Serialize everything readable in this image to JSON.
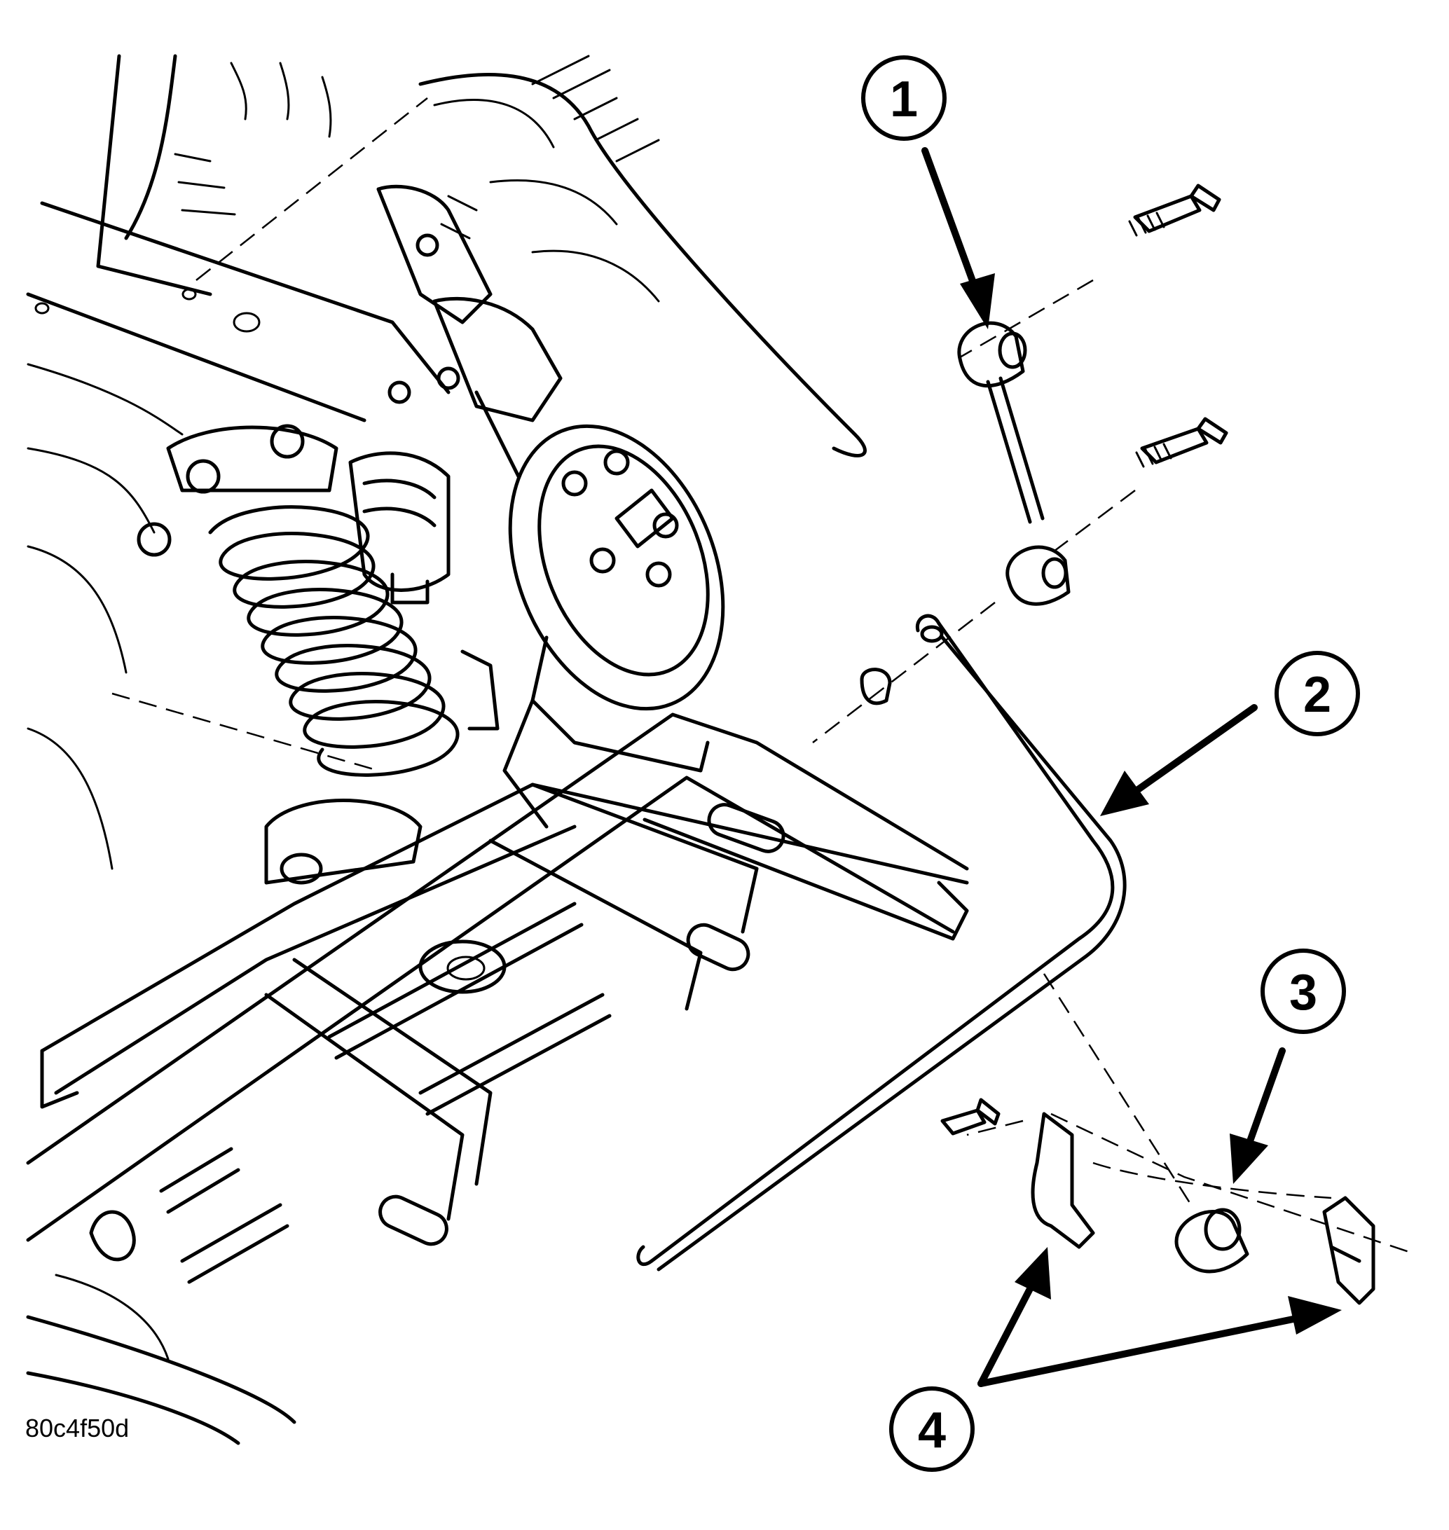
{
  "callouts": [
    {
      "id": "1",
      "label": "1"
    },
    {
      "id": "2",
      "label": "2"
    },
    {
      "id": "3",
      "label": "3"
    },
    {
      "id": "4",
      "label": "4"
    }
  ],
  "figure_id": "80c4f50d",
  "colors": {
    "ink": "#000000",
    "paper": "#ffffff"
  }
}
